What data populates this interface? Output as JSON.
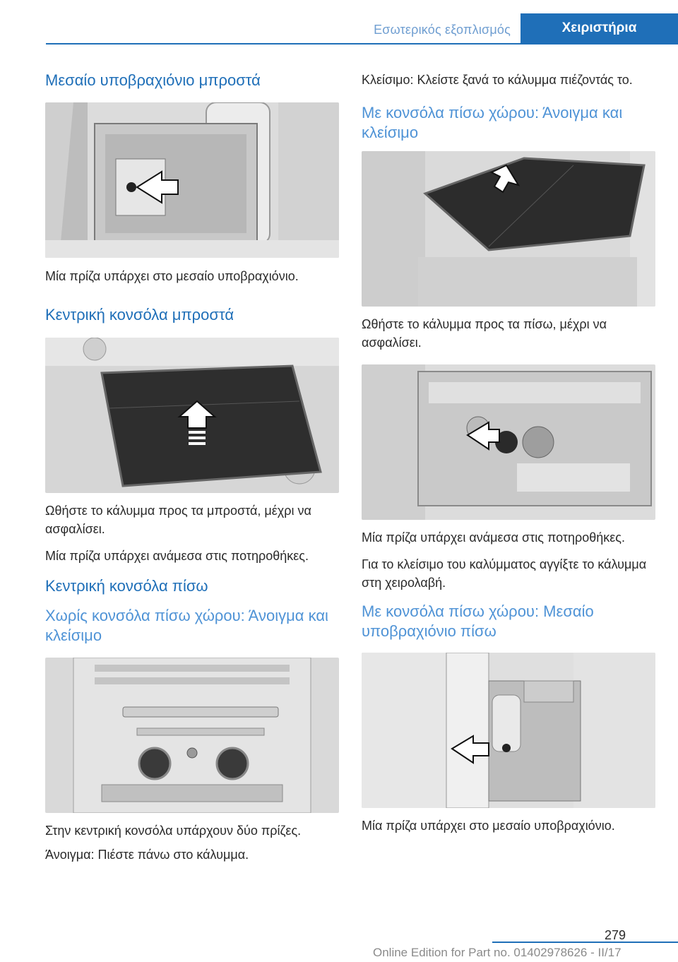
{
  "header": {
    "section": "Εσωτερικός εξοπλισμός",
    "tab": "Χειριστήρια"
  },
  "left": {
    "h1": "Μεσαίο υποβραχιόνιο μπροστά",
    "p1": "Μία πρίζα υπάρχει στο μεσαίο υποβραχιόνιο.",
    "h2": "Κεντρική κονσόλα μπροστά",
    "p2": "Ωθήστε το κάλυμμα προς τα μπροστά, μέχρι να ασφαλίσει.",
    "p3": "Μία πρίζα υπάρχει ανάμεσα στις ποτηροθή­κες.",
    "h3": "Κεντρική κονσόλα πίσω",
    "h4": "Χωρίς κονσόλα πίσω χώρου: Άνοιγμα και κλείσιμο",
    "p4": "Στην κεντρική κονσόλα υπάρχουν δύο πρίζες.",
    "p5": "Άνοιγμα: Πιέστε πάνω στο κάλυμμα."
  },
  "right": {
    "p1": "Κλείσιμο: Κλείστε ξανά το κάλυμμα πιέζοντάς το.",
    "h1": "Με κονσόλα πίσω χώρου: Άνοιγμα και κλείσιμο",
    "p2": "Ωθήστε το κάλυμμα προς τα πίσω, μέχρι να ασφαλίσει.",
    "p3": "Μία πρίζα υπάρχει ανάμεσα στις ποτηροθή­κες.",
    "p4": "Για το κλείσιμο του καλύμματος αγγίξτε το κά­λυμμα στη χειρολαβή.",
    "h2": "Με κονσόλα πίσω χώρου: Μεσαίο υποβραχιόνιο πίσω",
    "p5": "Μία πρίζα υπάρχει στο μεσαίο υποβραχιόνιο."
  },
  "footer": {
    "page": "279",
    "edition": "Online Edition for Part no. 01402978626 - II/17"
  }
}
